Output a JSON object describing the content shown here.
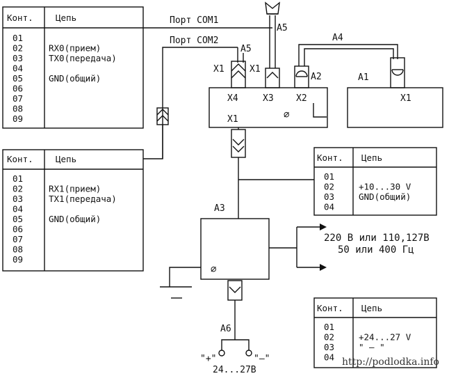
{
  "tables": {
    "com1_table": {
      "header": [
        "Конт.",
        "Цепь"
      ],
      "pins": [
        "01",
        "02",
        "03",
        "04",
        "05",
        "06",
        "07",
        "08",
        "09"
      ],
      "circuits": [
        "",
        "RX0(прием)",
        "TX0(передача)",
        "",
        "GND(общий)",
        "",
        "",
        "",
        ""
      ]
    },
    "com2_table": {
      "header": [
        "Конт.",
        "Цепь"
      ],
      "pins": [
        "01",
        "02",
        "03",
        "04",
        "05",
        "06",
        "07",
        "08",
        "09"
      ],
      "circuits": [
        "",
        "RX1(прием)",
        "TX1(передача)",
        "",
        "GND(общий)",
        "",
        "",
        "",
        ""
      ]
    },
    "power_table_a2": {
      "header": [
        "Конт.",
        "Цепь"
      ],
      "pins": [
        "01",
        "02",
        "03",
        "04"
      ],
      "circuits": [
        "",
        "+10...30 V",
        "GND(общий)",
        ""
      ]
    },
    "power_table_a6": {
      "header": [
        "Конт.",
        "Цепь"
      ],
      "pins": [
        "01",
        "02",
        "03",
        "04"
      ],
      "circuits": [
        "",
        "+24...27 V",
        "\" – \"",
        ""
      ]
    }
  },
  "labels": {
    "port_com1": "Порт COM1",
    "port_com2": "Порт COM2",
    "a5_top": "A5",
    "a5_mid": "A5",
    "a4": "A4",
    "a2": "A2",
    "a1": "A1",
    "a3": "A3",
    "a6": "A6",
    "x1_left": "X1",
    "x1_mid": "X1",
    "x1_a1": "X1",
    "x1_below": "X1",
    "x4": "X4",
    "x3": "X3",
    "x2": "X2",
    "ground_symbol": "∅",
    "ac_line1": "220 В или 110,127В",
    "ac_line2": "50 или 400 Гц",
    "plus_terminal": "\"+\"",
    "minus_terminal": "\"–\"",
    "voltage_range": "24...27В"
  },
  "watermark": "http://podlodka.info"
}
